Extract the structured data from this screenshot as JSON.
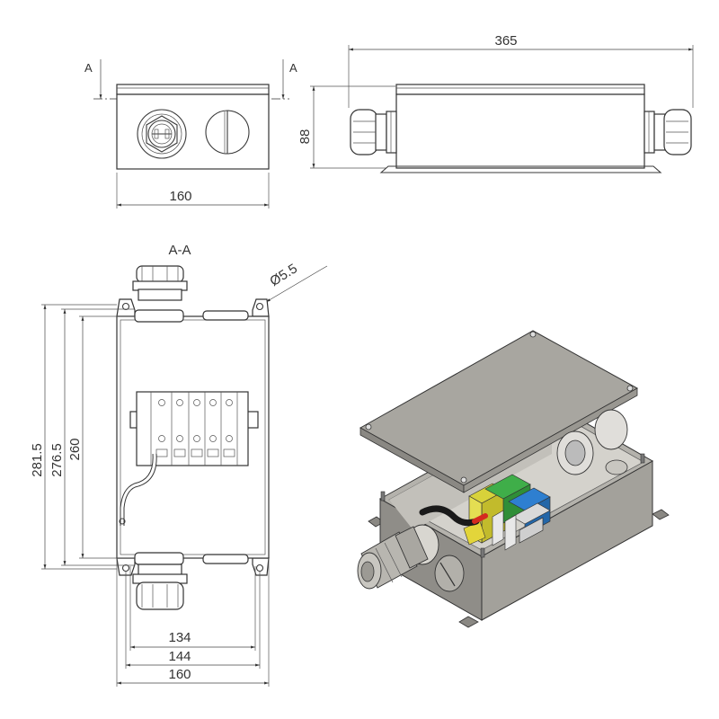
{
  "drawing": {
    "front_view": {
      "width_label": "160",
      "section_marker_left": "A",
      "section_marker_right": "A"
    },
    "side_view": {
      "length_label": "365",
      "height_label": "88"
    },
    "section_view": {
      "title": "A-A",
      "hole_label": "Ø5.5",
      "height_labels": [
        "281.5",
        "276.5",
        "260"
      ],
      "width_labels": [
        "134",
        "144",
        "160"
      ]
    },
    "iso_view": {
      "colors": {
        "enclosure": "#9a9893",
        "lid": "#a8a6a0",
        "terminal_green": "#3fae49",
        "terminal_yellow": "#d8d23a",
        "terminal_blue": "#2e7fd0",
        "terminal_grey": "#d9d9d9",
        "cable_black": "#1a1a1a",
        "cable_red": "#d42a1f"
      }
    }
  }
}
